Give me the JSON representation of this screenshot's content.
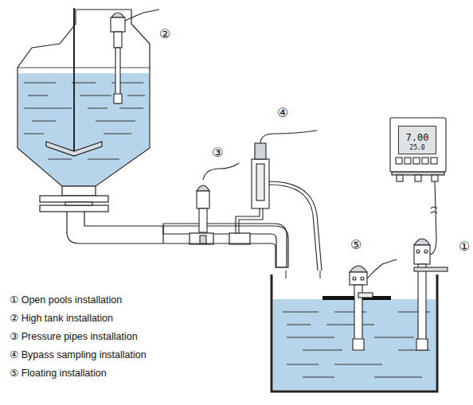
{
  "diagram": {
    "nodes": [
      {
        "text": [
          "7.00",
          "25.0"
        ]
      }
    ],
    "labels": [
      "②",
      "④",
      "③",
      "⑤",
      "①",
      "① Open pools installation",
      "② High tank installation",
      "③ Pressure pipes installation",
      "④ Bypass sampling installation",
      "⑤ Floating installation"
    ]
  }
}
